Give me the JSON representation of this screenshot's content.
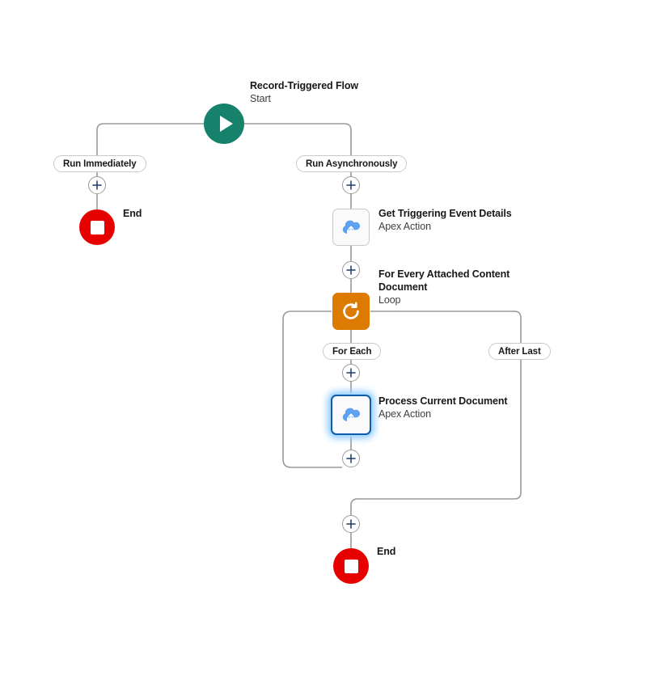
{
  "flow": {
    "start": {
      "title": "Record-Triggered Flow",
      "subtitle": "Start",
      "icon": "play-icon",
      "color": "#17826B"
    },
    "branches": {
      "immediate_label": "Run Immediately",
      "async_label": "Run Asynchronously"
    },
    "loop_branches": {
      "for_each_label": "For Each",
      "after_last_label": "After Last"
    },
    "nodes": [
      {
        "id": "get-triggering-event-details",
        "title": "Get Triggering Event Details",
        "subtitle": "Apex Action",
        "type": "apex-action",
        "icon": "salesforce-cloud-icon",
        "color": "#5EA1F0",
        "selected": false
      },
      {
        "id": "for-every-attached-content-document",
        "title": "For Every Attached Content Document",
        "subtitle": "Loop",
        "type": "loop",
        "icon": "loop-refresh-icon",
        "color": "#DD7A01",
        "selected": false
      },
      {
        "id": "process-current-document",
        "title": "Process Current Document",
        "subtitle": "Apex Action",
        "type": "apex-action",
        "icon": "salesforce-cloud-icon",
        "color": "#5EA1F0",
        "selected": true
      }
    ],
    "ends": [
      {
        "id": "end-immediate",
        "label": "End",
        "color": "#E60000"
      },
      {
        "id": "end-async",
        "label": "End",
        "color": "#E60000"
      }
    ],
    "add_button": {
      "icon": "plus-icon",
      "count": 6
    },
    "connector_color": "#9A9A9A"
  }
}
